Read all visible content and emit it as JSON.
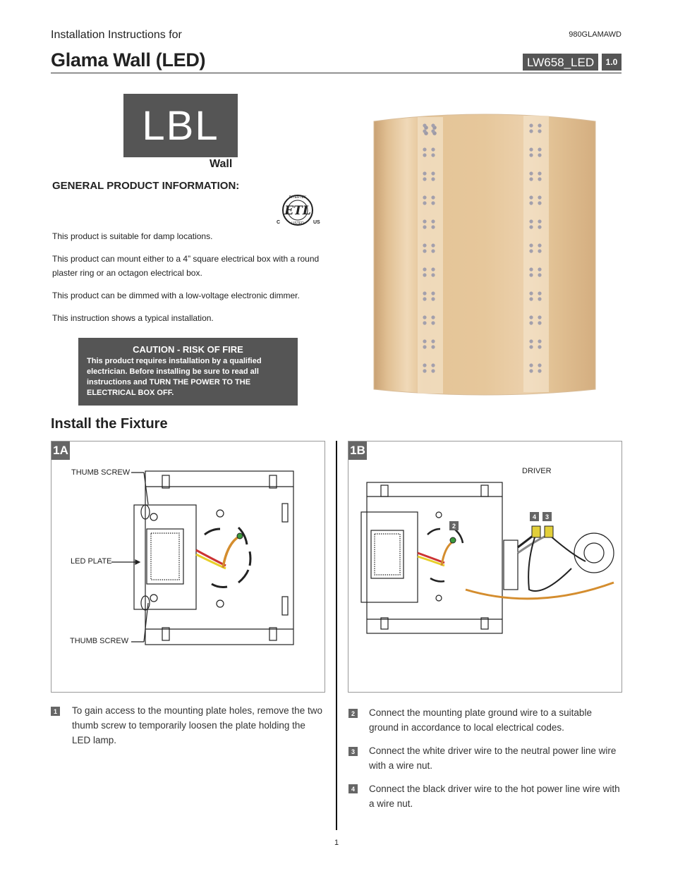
{
  "header": {
    "subtitle": "Installation Instructions for",
    "title": "Glama Wall (LED)",
    "doc_number": "980GLAMAWD",
    "model": "LW658_LED",
    "version": "1.0"
  },
  "brand": {
    "logo_text": "LBL",
    "logo_sub": "Wall"
  },
  "general": {
    "heading": "GENERAL PRODUCT INFORMATION:",
    "cert": {
      "top": "INTERTEK",
      "bottom": "LISTED",
      "c": "C",
      "us": "US"
    },
    "paragraphs": [
      "This product is suitable for damp locations.",
      "This product can mount either to a 4” square electrical box with a round plaster ring or an octagon electrical box.",
      "This product can be dimmed with a low-voltage electronic dimmer.",
      "This instruction shows a typical installation."
    ]
  },
  "caution": {
    "title": "CAUTION - RISK OF FIRE",
    "body": "This product requires installation by a qualified electrician. Before installing be sure to read all instructions and TURN THE POWER TO THE ELECTRICAL BOX OFF."
  },
  "install": {
    "heading": "Install the Fixture",
    "panel_a": {
      "tag": "1A",
      "labels": [
        "THUMB SCREW",
        "LED PLATE",
        "THUMB SCREW"
      ]
    },
    "panel_b": {
      "tag": "1B",
      "driver_label": "DRIVER",
      "callouts": [
        "2",
        "4",
        "3"
      ]
    },
    "steps_left": [
      {
        "num": "1",
        "text": "To gain access to the mounting plate holes, remove the two thumb screw to temporarily loosen the plate holding the LED lamp."
      }
    ],
    "steps_right": [
      {
        "num": "2",
        "text": "Connect the mounting plate ground wire to a suitable ground in accordance to local electrical codes."
      },
      {
        "num": "3",
        "text": "Connect the white driver wire to the neutral power line wire with a wire nut."
      },
      {
        "num": "4",
        "text": "Connect the black driver wire to the hot power line wire with a wire nut."
      }
    ]
  },
  "footer": {
    "page": "1"
  }
}
